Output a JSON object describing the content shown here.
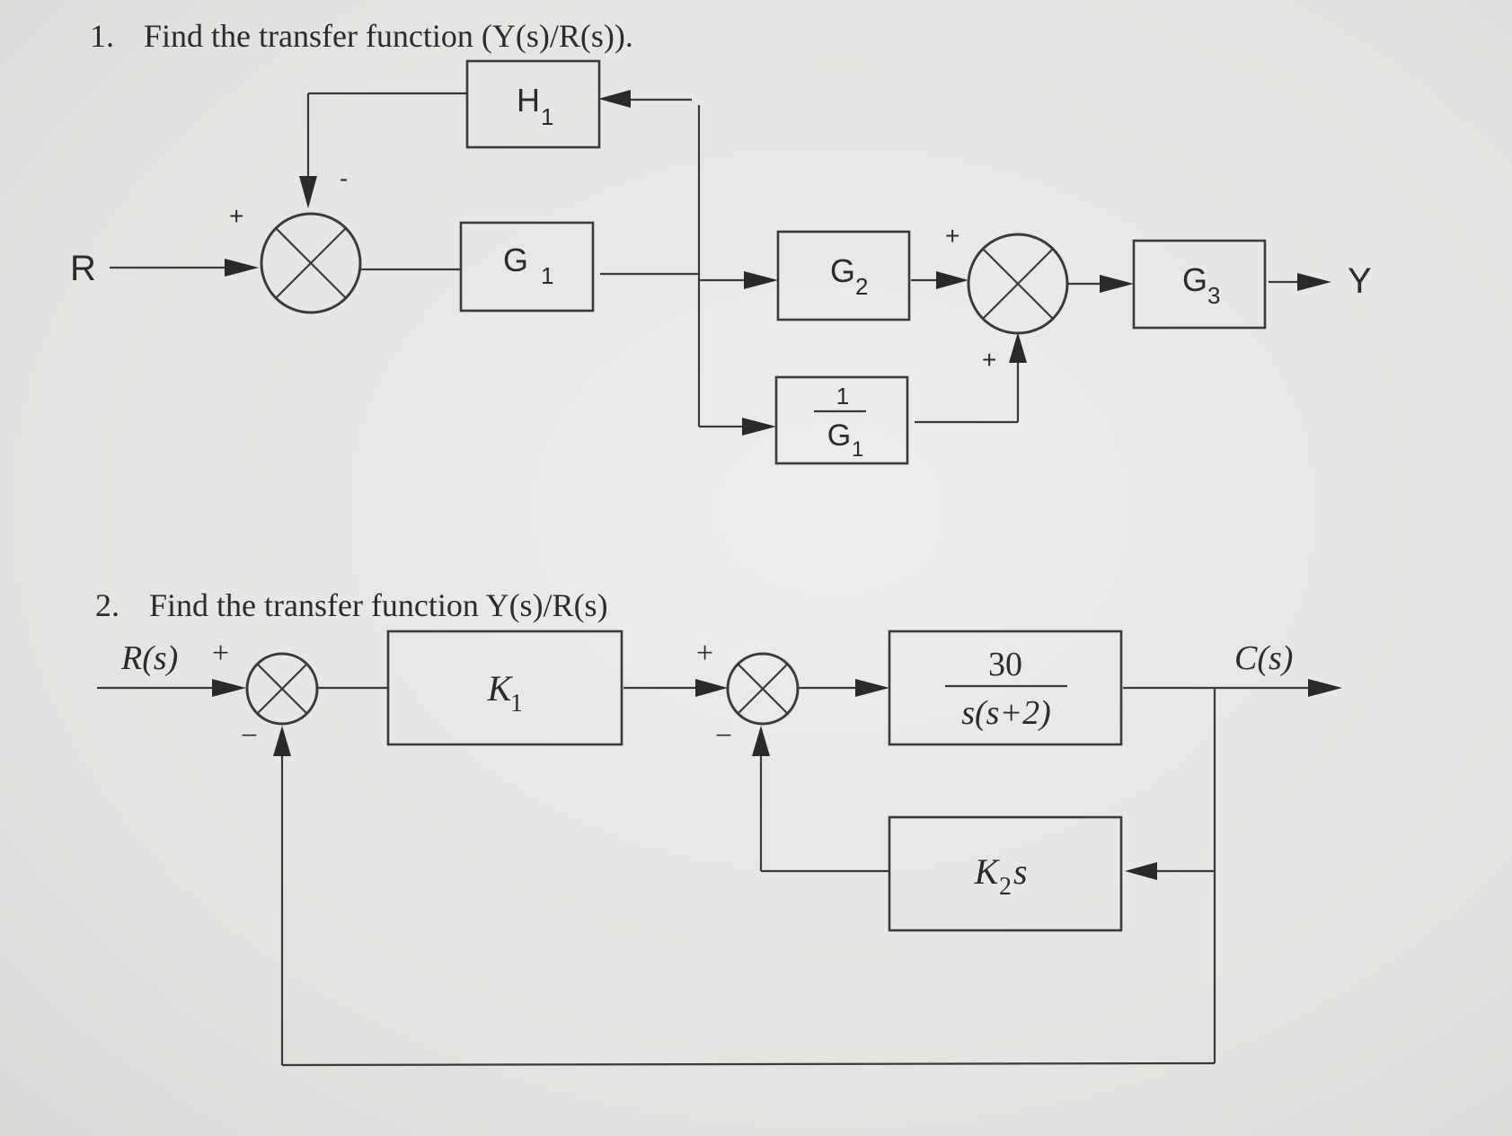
{
  "problem1": {
    "number": "1.",
    "title": "Find the transfer function (Y(s)/R(s)).",
    "input": "R",
    "output": "Y",
    "blocks": {
      "h1": {
        "base": "H",
        "sub": "1"
      },
      "g1": {
        "base": "G",
        "sub": "1"
      },
      "g2": {
        "base": "G",
        "sub": "2"
      },
      "g3": {
        "base": "G",
        "sub": "3"
      },
      "inv_g1": {
        "num": "1",
        "den_base": "G",
        "den_sub": "1"
      }
    },
    "signs": {
      "sum1_input": "+",
      "sum1_feedback": "-",
      "sum2_top": "+",
      "sum2_bottom": "+"
    }
  },
  "problem2": {
    "number": "2.",
    "title": "Find the transfer function Y(s)/R(s)",
    "input": "R(s)",
    "output": "C(s)",
    "blocks": {
      "k1": {
        "base": "K",
        "sub": "1"
      },
      "plant": {
        "num": "30",
        "den": "s(s+2)"
      },
      "k2s": {
        "base": "K",
        "sub": "2",
        "tail": "s"
      }
    },
    "signs": {
      "sum1_input": "+",
      "sum1_feedback": "−",
      "sum2_input": "+",
      "sum2_feedback": "−"
    }
  }
}
